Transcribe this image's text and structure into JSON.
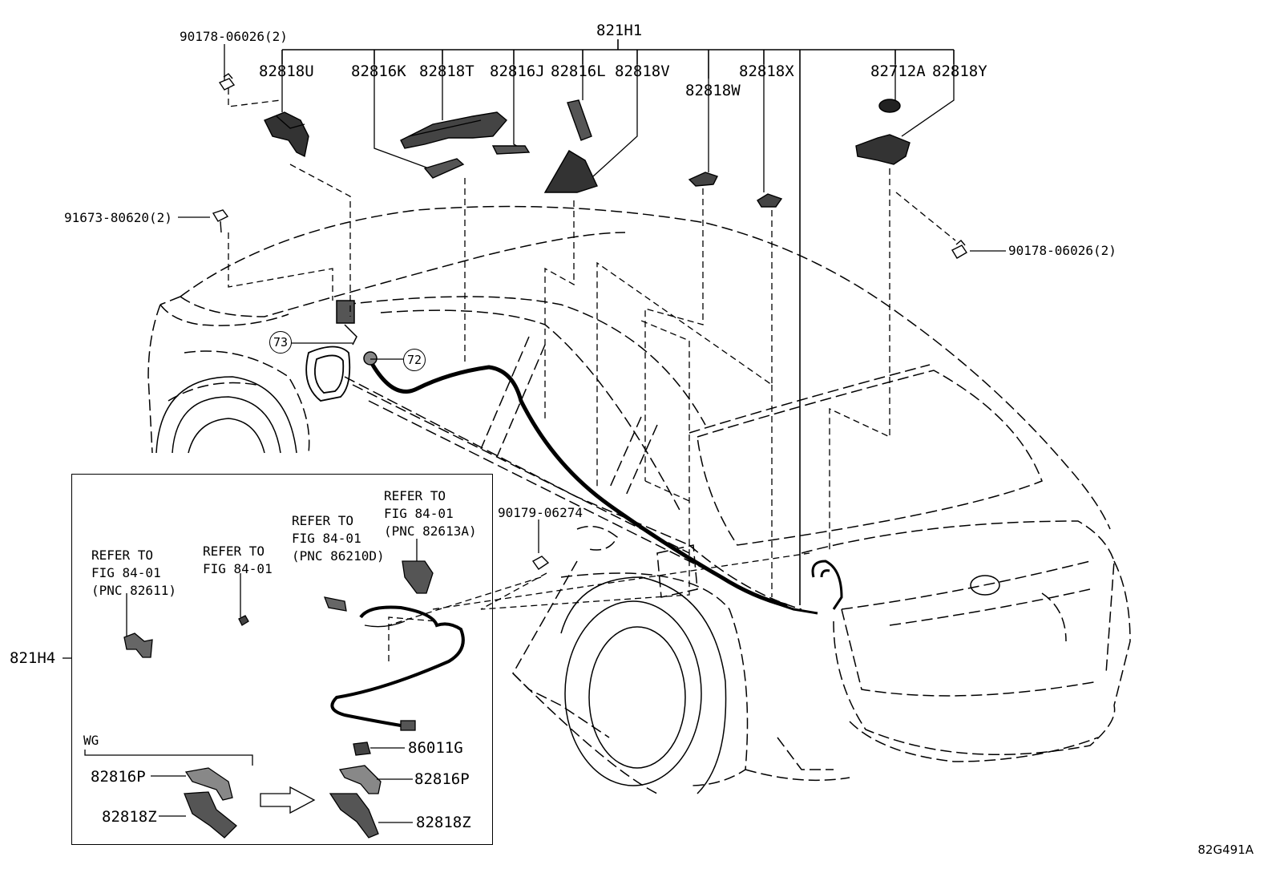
{
  "callouts": {
    "assy_821H1": "821H1",
    "assy_821H4": "821H4",
    "p82818U": "82818U",
    "p82816K": "82816K",
    "p82818T": "82818T",
    "p82816J": "82816J",
    "p82816L": "82816L",
    "p82818V": "82818V",
    "p82818W": "82818W",
    "p82818X": "82818X",
    "p82712A": "82712A",
    "p82818Y": "82818Y",
    "clip_top": "90178-06026(2)",
    "clip_right": "90178-06026(2)",
    "bolt": "91673-80620(2)",
    "clip_mid": "90179-06274",
    "ref73": "73",
    "ref72": "72"
  },
  "inset": {
    "ref_82611": "REFER TO\nFIG 84-01\n(PNC 82611)",
    "ref_84_01": "REFER TO\nFIG 84-01",
    "ref_86210D": "REFER TO\nFIG 84-01\n(PNC 86210D)",
    "ref_82613A": "REFER TO\nFIG 84-01\n(PNC 82613A)",
    "wg": "WG",
    "p82816P_left": "82816P",
    "p82818Z_left": "82818Z",
    "p86011G": "86011G",
    "p82816P_right": "82816P",
    "p82818Z_right": "82818Z"
  },
  "diagram_id": "82G491A"
}
